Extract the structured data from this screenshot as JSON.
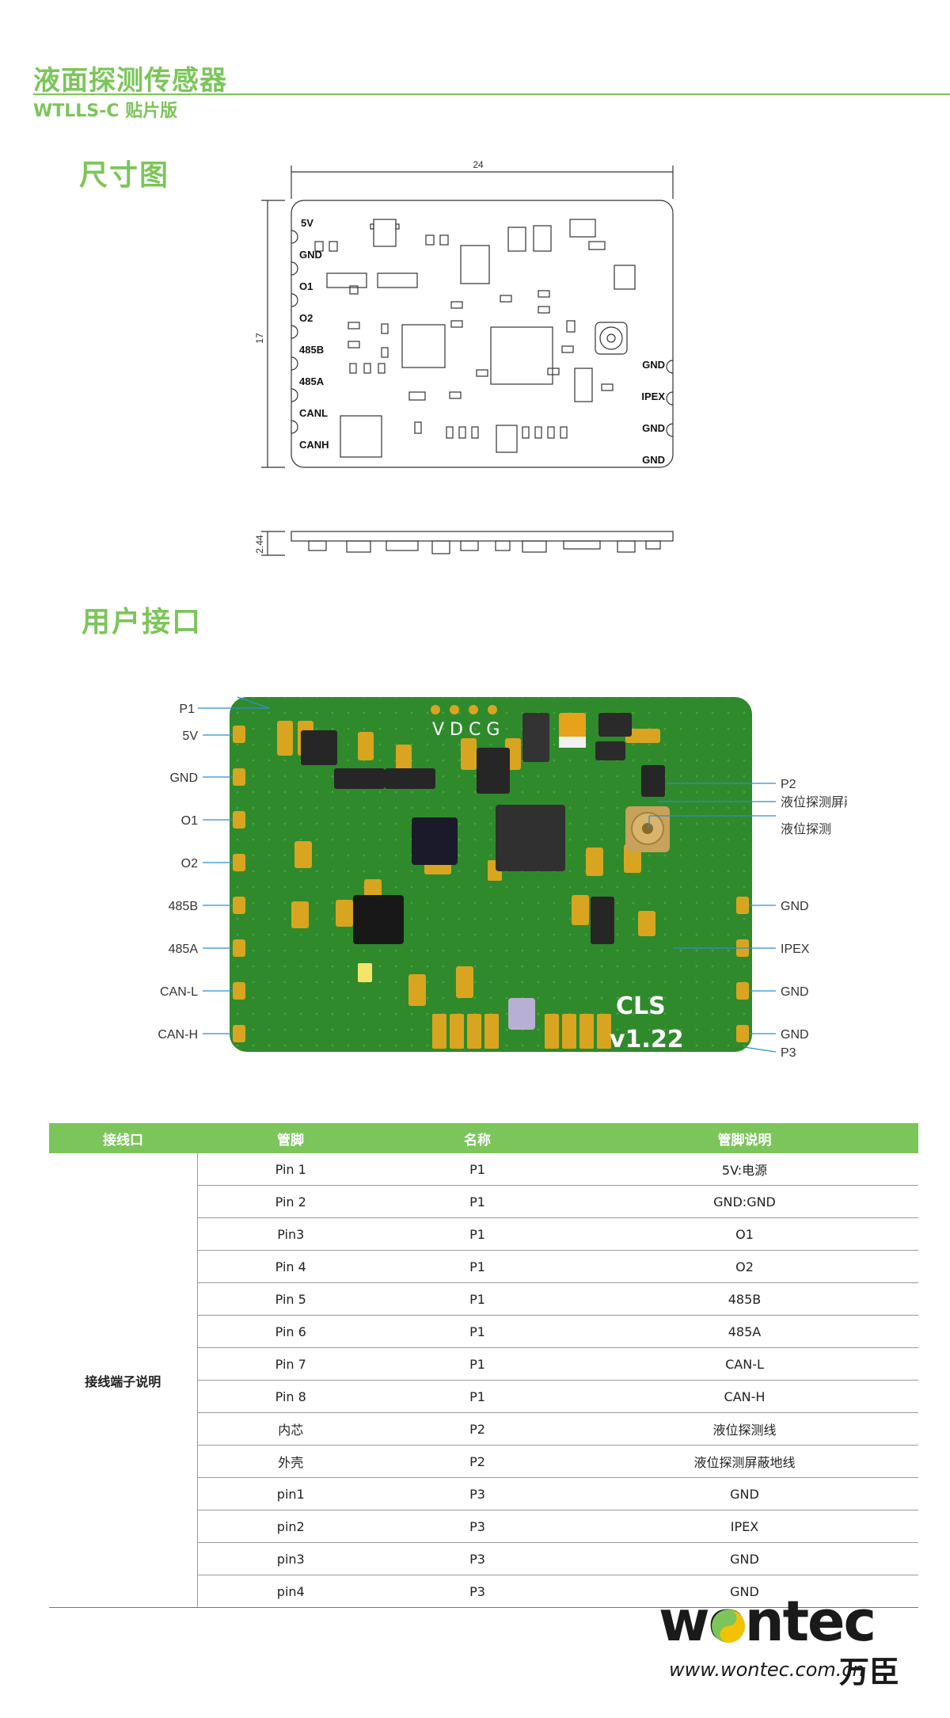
{
  "header": {
    "title": "液面探测传感器",
    "subtitle": "WTLLS-C 贴片版"
  },
  "sections": {
    "dimensions": "尺寸图",
    "interface": "用户接口"
  },
  "drawing": {
    "width_label": "24",
    "height_label": "17",
    "thickness_label": "2.44",
    "left_pads": [
      "5V",
      "GND",
      "O1",
      "O2",
      "485B",
      "485A",
      "CANL",
      "CANH"
    ],
    "right_pads": [
      "GND",
      "IPEX",
      "GND",
      "GND"
    ]
  },
  "board_photo": {
    "left_labels": [
      "P1",
      "5V",
      "GND",
      "O1",
      "O2",
      "485B",
      "485A",
      "CAN-L",
      "CAN-H"
    ],
    "right_labels": [
      "P2",
      "液位探测屏蔽线",
      "液位探测",
      "GND",
      "IPEX",
      "GND",
      "GND",
      "P3"
    ],
    "silk_vdcg": "V D C G",
    "silk_cls": "CLS",
    "silk_version": "v1.22"
  },
  "table": {
    "headers": [
      "接线口",
      "管脚",
      "名称",
      "管脚说明"
    ],
    "group_label": "接线端子说明",
    "rows": [
      [
        "Pin 1",
        "P1",
        "5V:电源"
      ],
      [
        "Pin 2",
        "P1",
        "GND:GND"
      ],
      [
        "Pin3",
        "P1",
        "O1"
      ],
      [
        "Pin 4",
        "P1",
        "O2"
      ],
      [
        "Pin 5",
        "P1",
        "485B"
      ],
      [
        "Pin 6",
        "P1",
        "485A"
      ],
      [
        "Pin 7",
        "P1",
        "CAN-L"
      ],
      [
        "Pin 8",
        "P1",
        "CAN-H"
      ],
      [
        "内芯",
        "P2",
        "液位探测线"
      ],
      [
        "外壳",
        "P2",
        "液位探测屏蔽地线"
      ],
      [
        "pin1",
        "P3",
        "GND"
      ],
      [
        "pin2",
        "P3",
        "IPEX"
      ],
      [
        "pin3",
        "P3",
        "GND"
      ],
      [
        "pin4",
        "P3",
        "GND"
      ]
    ]
  },
  "footer": {
    "logo_word": "wontec",
    "url": "www.wontec.com.cn",
    "brand_cn": "万臣"
  },
  "colors": {
    "accent": "#7cc55a",
    "pcb": "#2f8a2c",
    "gold": "#d9a520"
  }
}
